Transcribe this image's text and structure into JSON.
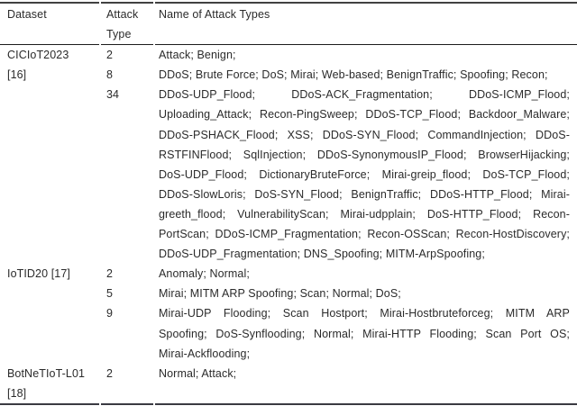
{
  "table": {
    "header": {
      "dataset": "Dataset",
      "attack_type_lines": [
        "Attack",
        "Type"
      ],
      "names": "Name of Attack Types"
    },
    "groups": [
      {
        "dataset_lines": [
          "CICIoT2023",
          "[16]"
        ],
        "rows": [
          {
            "count": "2",
            "lines": [
              "Attack; Benign;"
            ]
          },
          {
            "count": "8",
            "lines": [
              "DDoS; Brute Force; DoS; Mirai; Web-based; BenignTraffic; Spoofing; Recon;"
            ]
          },
          {
            "count": "34",
            "lines": [
              "DDoS-UDP_Flood; DDoS-ACK_Fragmentation; DDoS-ICMP_Flood;",
              "Uploading_Attack; Recon-PingSweep; DDoS-TCP_Flood; Backdoor_Malware;",
              "DDoS-PSHACK_Flood; XSS; DDoS-SYN_Flood; CommandInjection; DDoS-",
              "RSTFINFlood; SqlInjection; DDoS-SynonymousIP_Flood; BrowserHijacking;",
              "DoS-UDP_Flood; DictionaryBruteForce; Mirai-greip_flood; DoS-TCP_Flood;",
              "DDoS-SlowLoris; DoS-SYN_Flood; BenignTraffic; DDoS-HTTP_Flood; Mirai-",
              "greeth_flood; VulnerabilityScan; Mirai-udpplain; DoS-HTTP_Flood; Recon-",
              "PortScan; DDoS-ICMP_Fragmentation; Recon-OSScan; Recon-HostDiscovery;",
              "DDoS-UDP_Fragmentation; DNS_Spoofing; MITM-ArpSpoofing;"
            ]
          }
        ]
      },
      {
        "dataset_lines": [
          "IoTID20 [17]"
        ],
        "rows": [
          {
            "count": "2",
            "lines": [
              "Anomaly; Normal;"
            ]
          },
          {
            "count": "5",
            "lines": [
              "Mirai; MITM ARP Spoofing; Scan; Normal; DoS;"
            ]
          },
          {
            "count": "9",
            "lines": [
              "Mirai-UDP Flooding; Scan Hostport; Mirai-Hostbruteforceg; MITM ARP",
              "Spoofing; DoS-Synflooding; Normal; Mirai-HTTP Flooding; Scan Port OS;",
              "Mirai-Ackflooding;"
            ]
          }
        ]
      },
      {
        "dataset_lines": [
          "BotNeTIoT-L01",
          "[18]"
        ],
        "rows": [
          {
            "count": "2",
            "lines": [
              "Normal; Attack;"
            ]
          }
        ]
      }
    ],
    "colors": {
      "text": "#2b2b2b",
      "top_rule": "#414141",
      "header_rule": "#1c1c1c",
      "bottom_rule": "#3a3a42",
      "background": "#ffffff"
    }
  }
}
